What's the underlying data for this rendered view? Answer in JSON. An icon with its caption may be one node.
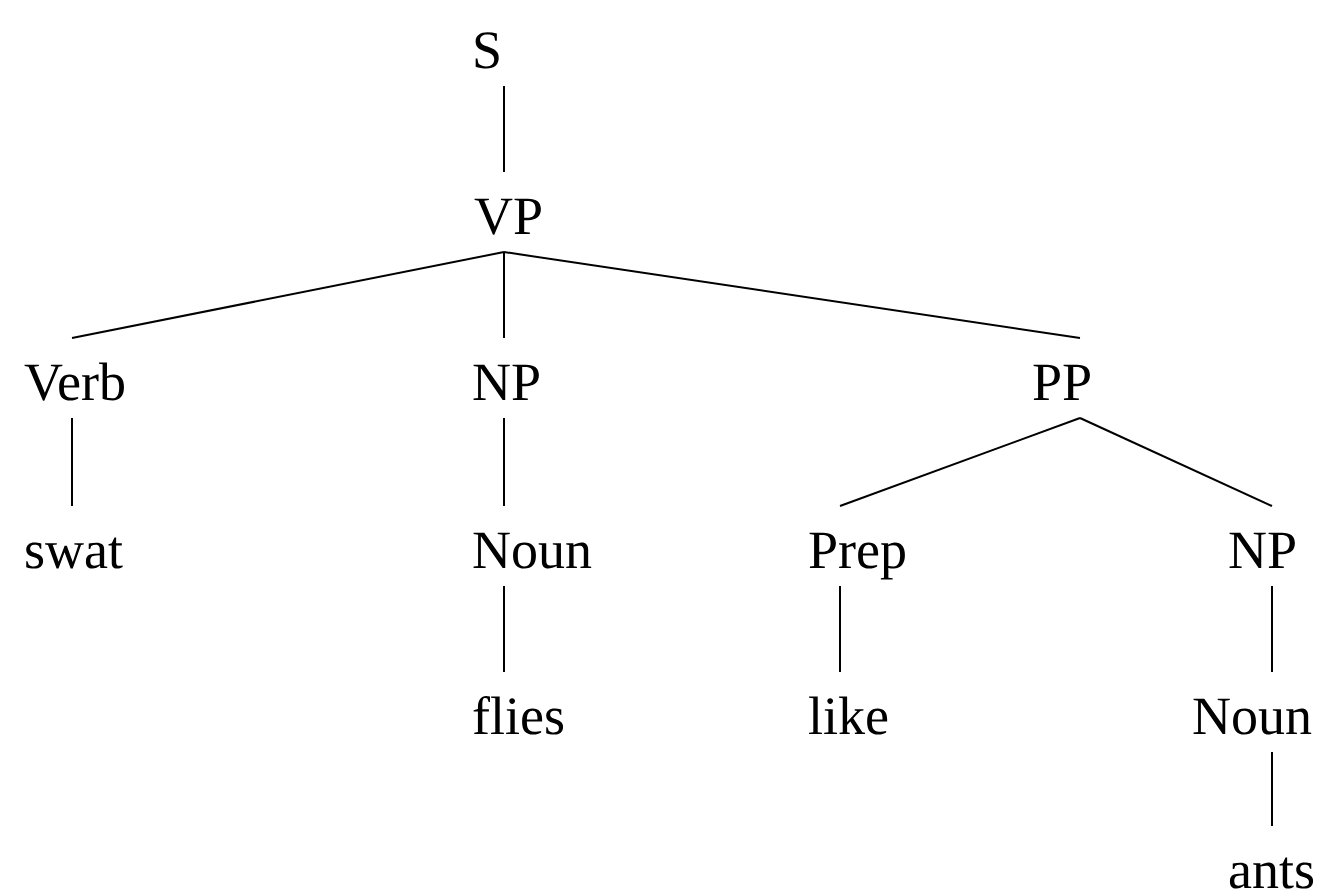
{
  "diagram": {
    "nodes": [
      {
        "text": [
          "S"
        ]
      },
      {
        "text": [
          "VP"
        ]
      },
      {
        "text": [
          "Verb"
        ]
      },
      {
        "text": [
          "NP"
        ]
      },
      {
        "text": [
          "PP"
        ]
      },
      {
        "text": [
          "swat"
        ]
      },
      {
        "text": [
          "Noun"
        ]
      },
      {
        "text": [
          "Prep"
        ]
      },
      {
        "text": [
          "NP"
        ]
      },
      {
        "text": [
          "flies"
        ]
      },
      {
        "text": [
          "like"
        ]
      },
      {
        "text": [
          "Noun"
        ]
      },
      {
        "text": [
          "ants"
        ]
      }
    ],
    "edges": [
      {
        "from": 0,
        "to": 1,
        "arrow": "none"
      },
      {
        "from": 1,
        "to": 2,
        "arrow": "none"
      },
      {
        "from": 1,
        "to": 3,
        "arrow": "none"
      },
      {
        "from": 1,
        "to": 4,
        "arrow": "none"
      },
      {
        "from": 2,
        "to": 5,
        "arrow": "none"
      },
      {
        "from": 3,
        "to": 6,
        "arrow": "none"
      },
      {
        "from": 4,
        "to": 7,
        "arrow": "none"
      },
      {
        "from": 4,
        "to": 8,
        "arrow": "none"
      },
      {
        "from": 6,
        "to": 9,
        "arrow": "none"
      },
      {
        "from": 7,
        "to": 10,
        "arrow": "none"
      },
      {
        "from": 8,
        "to": 11,
        "arrow": "none"
      },
      {
        "from": 11,
        "to": 12,
        "arrow": "none"
      }
    ]
  }
}
